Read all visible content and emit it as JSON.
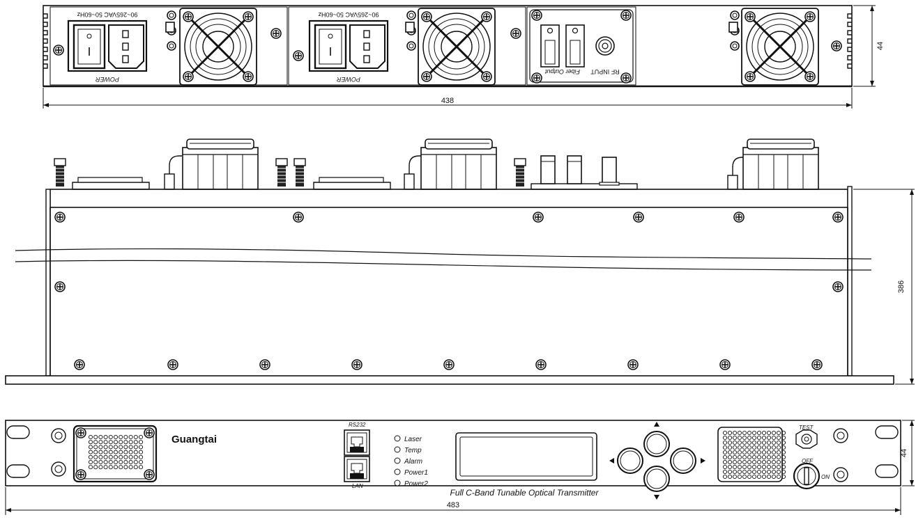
{
  "drawing": {
    "rear_view": {
      "power_label_1": "POWER",
      "voltage_label_1": "90~265VAC 50~60Hz",
      "power_label_2": "POWER",
      "voltage_label_2": "90~265VAC 50~60Hz",
      "fiber_output_label": "Fiber Output",
      "rf_input_label": "RF INPUT",
      "width_dim": "438",
      "height_dim": "44"
    },
    "top_view": {
      "depth_dim": "386"
    },
    "front_view": {
      "brand": "Guangtai",
      "rs232_label": "RS232",
      "lan_label": "LAN",
      "indicators": [
        "Laser",
        "Temp",
        "Alarm",
        "Power1",
        "Power2"
      ],
      "product_name": "Full C-Band Tunable Optical Transmitter",
      "test_label": "TEST",
      "off_label": "OFF",
      "on_label": "ON",
      "width_dim": "483",
      "height_dim": "44"
    }
  }
}
